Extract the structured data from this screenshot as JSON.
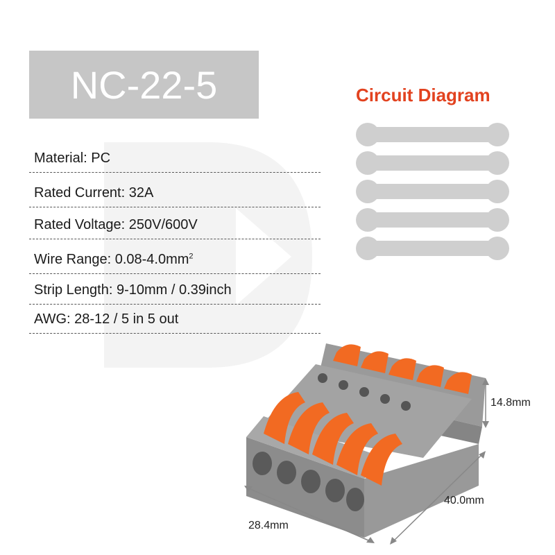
{
  "title": "NC-22-5",
  "specs": [
    {
      "label": "Material: PC"
    },
    {
      "label": "Rated Current: 32A"
    },
    {
      "label": "Rated Voltage: 250V/600V"
    },
    {
      "label": "Wire Range: 0.08-4.0mm",
      "superscript": "2"
    },
    {
      "label": "Strip Length: 9-10mm / 0.39inch"
    },
    {
      "label": "AWG: 28-12 / 5 in 5 out"
    }
  ],
  "circuit": {
    "title": "Circuit Diagram",
    "bus_count": 5
  },
  "dimensions": {
    "height": "14.8mm",
    "length": "40.0mm",
    "width": "28.4mm"
  },
  "colors": {
    "title_bg": "#c6c6c6",
    "accent": "#e2421f",
    "bus": "#cfcfcf",
    "lever": "#f26a22",
    "body": "#8c8c8c"
  }
}
